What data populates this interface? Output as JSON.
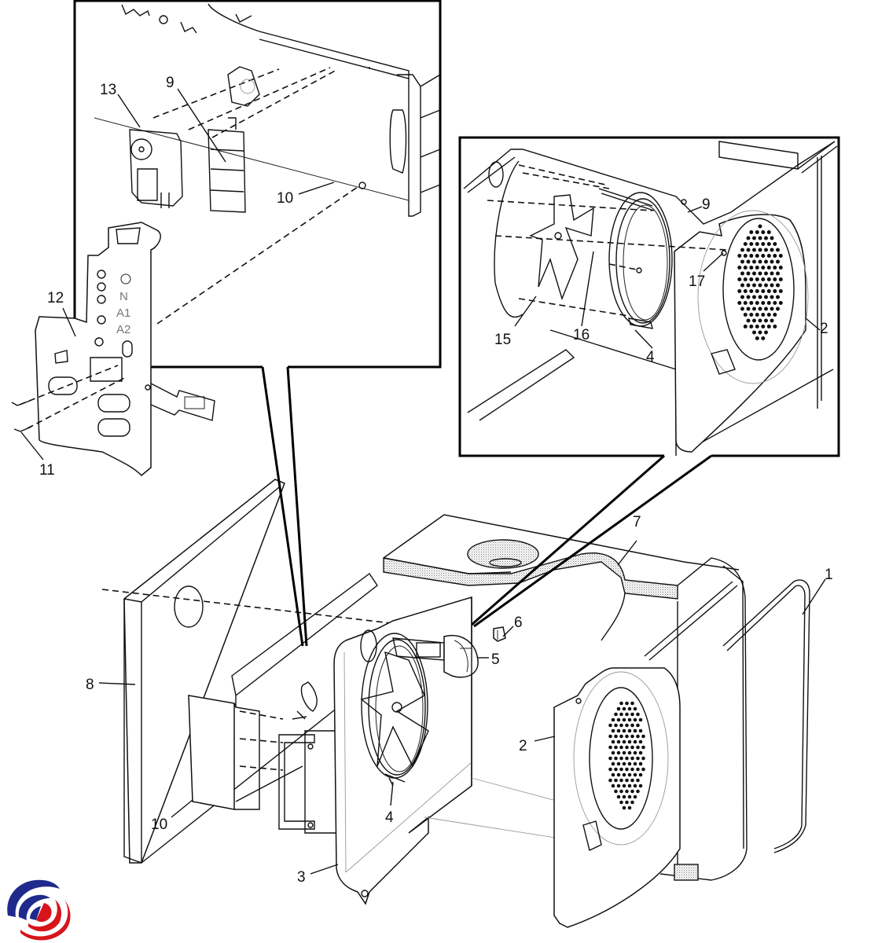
{
  "diagram": {
    "type": "exploded-parts-view",
    "colors": {
      "line": "#111111",
      "background": "#ffffff",
      "logo_blue": "#1f2a8c",
      "logo_red": "#d8141b"
    },
    "panel_markings": [
      "N",
      "A1",
      "A2"
    ],
    "callouts": {
      "detail_top_left": {
        "labels": [
          "13",
          "9",
          "10",
          "12",
          "11"
        ]
      },
      "detail_top_right": {
        "labels": [
          "9",
          "17",
          "2",
          "15",
          "16",
          "4"
        ]
      },
      "main_view": {
        "labels": [
          "1",
          "7",
          "6",
          "5",
          "8",
          "2",
          "4",
          "10",
          "3"
        ]
      }
    }
  }
}
